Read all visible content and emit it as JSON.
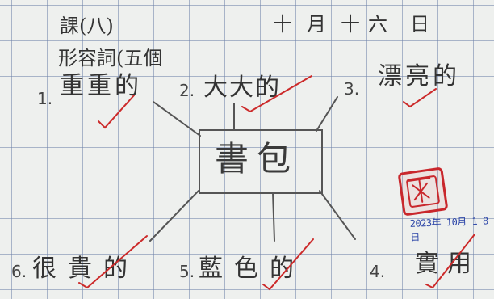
{
  "header": {
    "lesson": "課(八)",
    "date_month_num": "十",
    "date_month": "月",
    "date_day_num": "十六",
    "date_day": "日"
  },
  "topic": "形容詞(五個",
  "center_word": "書包",
  "items": [
    {
      "num": "1.",
      "text": "重重的"
    },
    {
      "num": "2.",
      "text": "大大的"
    },
    {
      "num": "3.",
      "text": "漂亮的"
    },
    {
      "num": "4.",
      "text": "實用"
    },
    {
      "num": "5.",
      "text": "藍色的"
    },
    {
      "num": "6.",
      "text": "很貴的"
    }
  ],
  "date_stamp": "2023年 10月 1 8日",
  "colors": {
    "pencil": "#333333",
    "check_red": "#cc2a2a",
    "stamp_red": "#c9272c",
    "date_stamp_blue": "#2d46a8",
    "grid_blue": "#6e82aa"
  }
}
